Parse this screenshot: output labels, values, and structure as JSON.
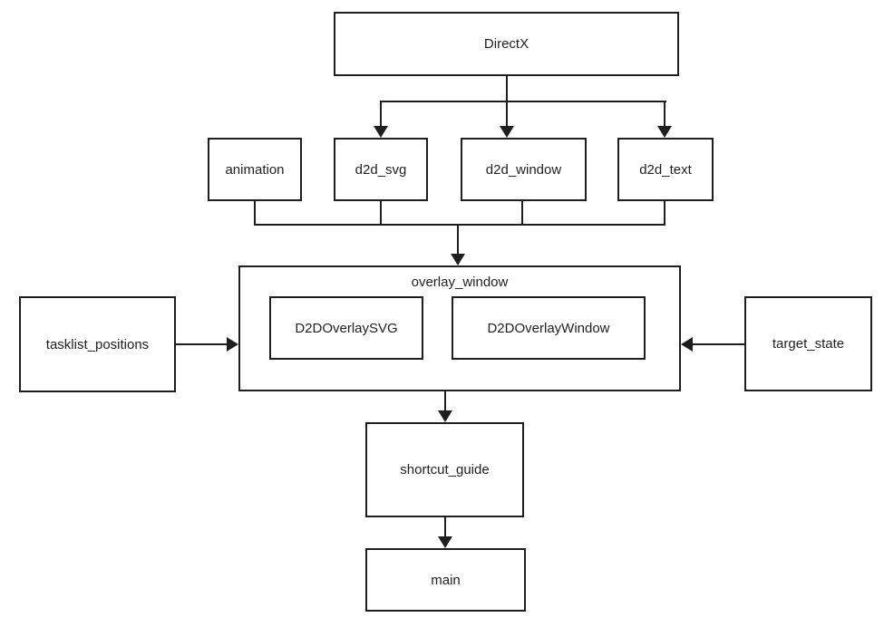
{
  "diagram": {
    "title": "module dependency diagram",
    "colors": {
      "line": "#1f1f1f",
      "text": "#1f1f1f",
      "background": "#ffffff",
      "node_fill": "#ffffff"
    },
    "nodes": {
      "directx": {
        "label": "DirectX"
      },
      "animation": {
        "label": "animation"
      },
      "d2d_svg": {
        "label": "d2d_svg"
      },
      "d2d_window": {
        "label": "d2d_window"
      },
      "d2d_text": {
        "label": "d2d_text"
      },
      "overlay_window": {
        "label": "overlay_window"
      },
      "d2d_overlay_svg": {
        "label": "D2DOverlaySVG"
      },
      "d2d_overlay_window": {
        "label": "D2DOverlayWindow"
      },
      "tasklist_positions": {
        "label": "tasklist_positions"
      },
      "target_state": {
        "label": "target_state"
      },
      "shortcut_guide": {
        "label": "shortcut_guide"
      },
      "main": {
        "label": "main"
      }
    },
    "edges": [
      {
        "from": "DirectX",
        "to": "d2d_svg",
        "arrow": "down"
      },
      {
        "from": "DirectX",
        "to": "d2d_window",
        "arrow": "down"
      },
      {
        "from": "DirectX",
        "to": "d2d_text",
        "arrow": "down"
      },
      {
        "from": "animation",
        "to": "overlay_window",
        "arrow": "down"
      },
      {
        "from": "d2d_svg",
        "to": "overlay_window",
        "arrow": "down"
      },
      {
        "from": "d2d_window",
        "to": "overlay_window",
        "arrow": "down"
      },
      {
        "from": "d2d_text",
        "to": "overlay_window",
        "arrow": "down"
      },
      {
        "from": "tasklist_positions",
        "to": "overlay_window",
        "arrow": "right"
      },
      {
        "from": "target_state",
        "to": "overlay_window",
        "arrow": "left"
      },
      {
        "from": "overlay_window",
        "to": "shortcut_guide",
        "arrow": "down"
      },
      {
        "from": "shortcut_guide",
        "to": "main",
        "arrow": "down"
      }
    ]
  }
}
